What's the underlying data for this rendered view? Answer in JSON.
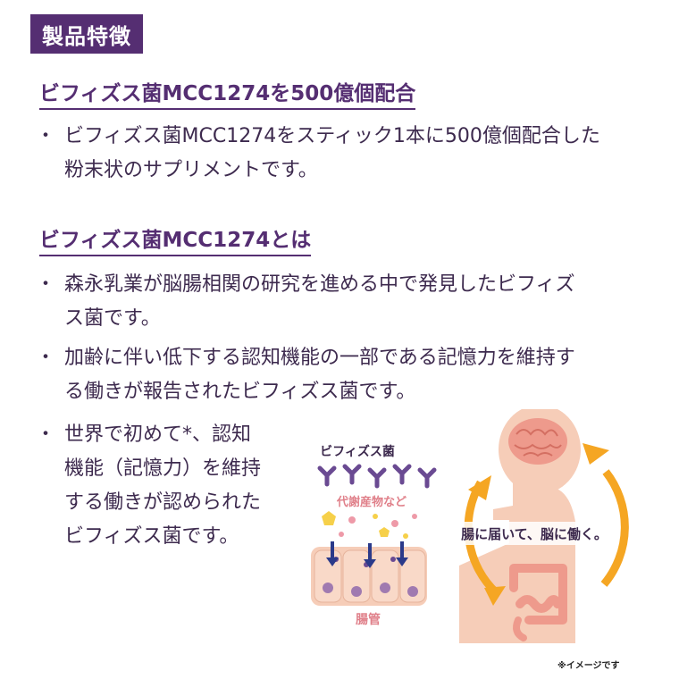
{
  "tag": "製品特徴",
  "section1": {
    "heading": "ビフィズス菌MCC1274を500億個配合",
    "bullets": [
      {
        "line1": "ビフィズス菌MCC1274をスティック1本に500億個配合した",
        "line2": "粉末状のサプリメントです。"
      }
    ]
  },
  "section2": {
    "heading": "ビフィズス菌MCC1274とは",
    "bullets": [
      {
        "line1": "森永乳業が脳腸相関の研究を進める中で発見したビフィズ",
        "line2": "ス菌です。"
      },
      {
        "line1": "加齢に伴い低下する認知機能の一部である記憶力を維持す",
        "line2": "る働きが報告されたビフィズス菌です。"
      },
      {
        "line1": "世界で初めて*、認知",
        "line2": "機能（記憶力）を維持",
        "line3": "する働きが認められた",
        "line4": "ビフィズス菌です。"
      }
    ]
  },
  "bullet_mark": "・",
  "illustration": {
    "bacteria_label": "ビフィズス菌",
    "metabolite_label": "代謝産物など",
    "intestine_label": "腸管",
    "axis_caption": "腸に届いて、脳に働く。",
    "note": "※イメージです"
  },
  "colors": {
    "accent_purple": "#552e72",
    "text": "#3d2a4e",
    "arrow_orange": "#f5a623",
    "body_skin": "#f6cdb8",
    "organ_pink": "#ee9a8c"
  }
}
